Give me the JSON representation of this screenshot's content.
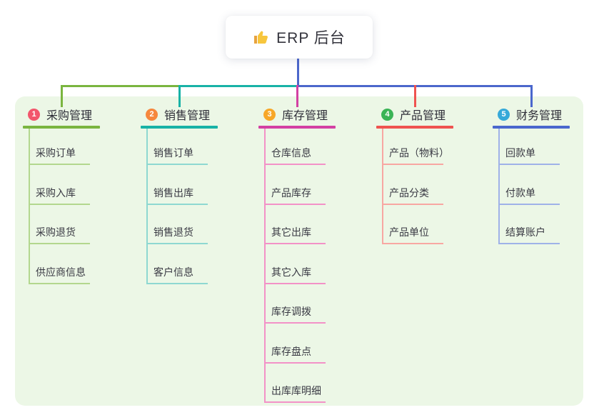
{
  "root": {
    "icon": "thumbs-up",
    "label": "ERP 后台"
  },
  "colors": {
    "panel_bg": "#ecf7e6",
    "root_connector": "#4c67cb",
    "root_card_bg": "#ffffff",
    "thumb_gold": "#f7c63d",
    "thumb_dark": "#e8a33d"
  },
  "branches": [
    {
      "badge": "1",
      "label": "采购管理",
      "line_color": "#7ab53f",
      "child_line_color": "#b3d78e",
      "badge_color": "#f2566c",
      "children": [
        "采购订单",
        "采购入库",
        "采购退货",
        "供应商信息"
      ]
    },
    {
      "badge": "2",
      "label": "销售管理",
      "line_color": "#18b2a6",
      "child_line_color": "#8ed8d1",
      "badge_color": "#f6873d",
      "children": [
        "销售订单",
        "销售出库",
        "销售退货",
        "客户信息"
      ]
    },
    {
      "badge": "3",
      "label": "库存管理",
      "line_color": "#d340a3",
      "child_line_color": "#f392c7",
      "badge_color": "#f7a728",
      "children": [
        "仓库信息",
        "产品库存",
        "其它出库",
        "其它入库",
        "库存调拨",
        "库存盘点",
        "出库库明细"
      ]
    },
    {
      "badge": "4",
      "label": "产品管理",
      "line_color": "#ef5350",
      "child_line_color": "#f8a7a2",
      "badge_color": "#3ab456",
      "children": [
        "产品（物料）",
        "产品分类",
        "产品单位"
      ]
    },
    {
      "badge": "5",
      "label": "财务管理",
      "line_color": "#4a67cd",
      "child_line_color": "#9fb2e8",
      "badge_color": "#36a9d9",
      "children": [
        "回款单",
        "付款单",
        "结算账户"
      ]
    }
  ]
}
